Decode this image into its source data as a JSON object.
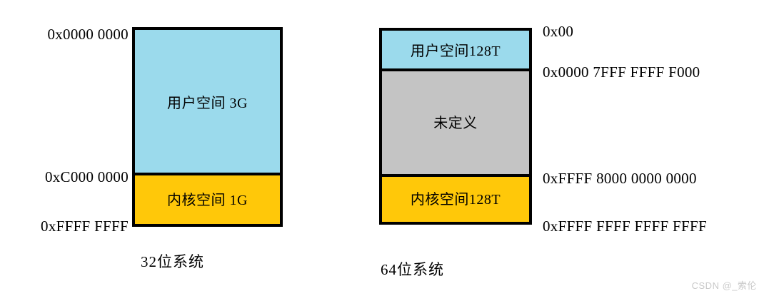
{
  "diagrams": [
    {
      "id": "32bit",
      "caption": "32位系统",
      "segments": [
        {
          "label": "用户空间 3G",
          "color": "#9BDAEC"
        },
        {
          "label": "内核空间 1G",
          "color": "#FFC809"
        }
      ],
      "addresses": [
        {
          "text": "0x0000  0000"
        },
        {
          "text": "0xC000  0000"
        },
        {
          "text": "0xFFFF  FFFF"
        }
      ]
    },
    {
      "id": "64bit",
      "caption": "64位系统",
      "segments": [
        {
          "label": "用户空间128T",
          "color": "#9BDAEC"
        },
        {
          "label": "未定义",
          "color": "#C4C4C4"
        },
        {
          "label": "内核空间128T",
          "color": "#FFC809"
        }
      ],
      "addresses": [
        {
          "text": "0x00"
        },
        {
          "text": "0x0000  7FFF  FFFF  F000"
        },
        {
          "text": "0xFFFF  8000  0000  0000"
        },
        {
          "text": "0xFFFF  FFFF  FFFF  FFFF"
        }
      ]
    }
  ],
  "watermark": "CSDN @_索伦",
  "colors": {
    "user_space": "#9BDAEC",
    "kernel_space": "#FFC809",
    "undefined_space": "#C4C4C4",
    "border": "#000000",
    "background": "#FFFFFF"
  }
}
